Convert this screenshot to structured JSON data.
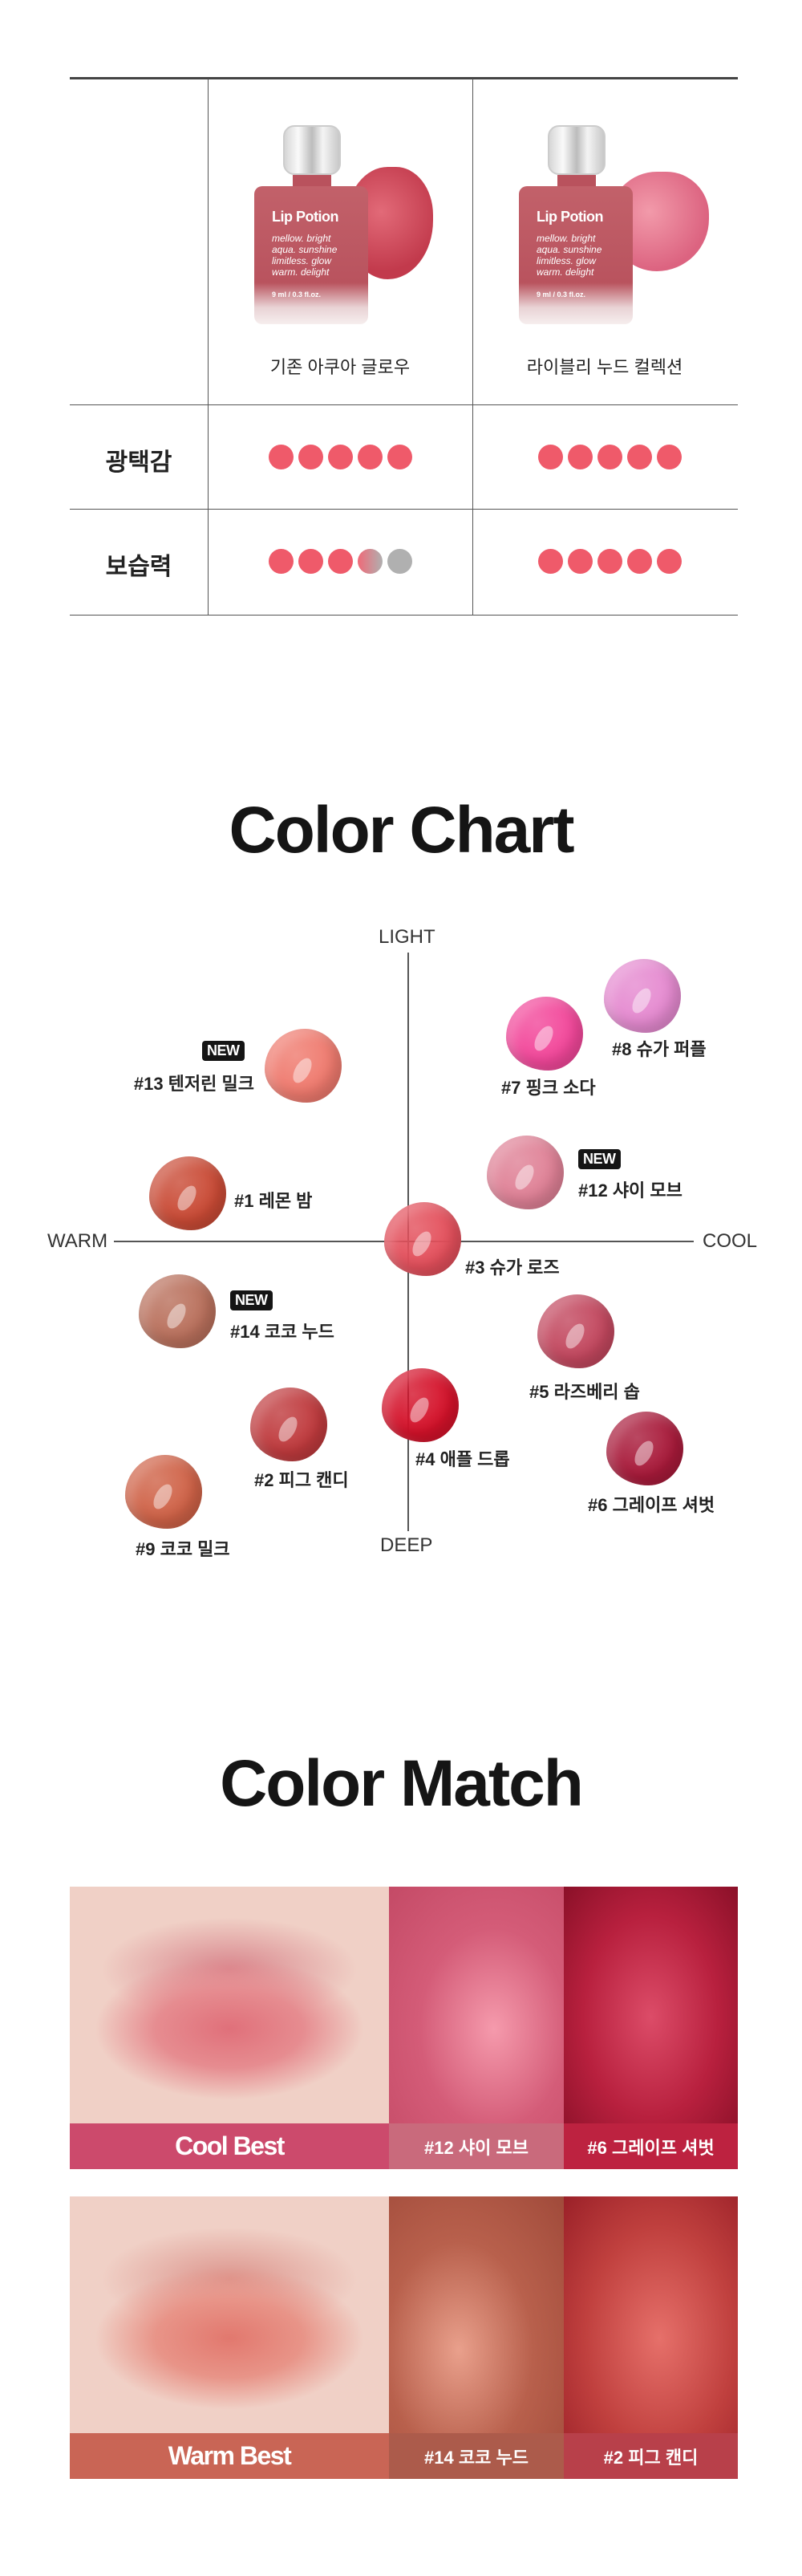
{
  "comparison": {
    "products": [
      {
        "name": "기존 아쿠아 글로우",
        "bottle_brand": "Lip Potion",
        "bottle_tagline": [
          "mellow. bright",
          "aqua. sunshine",
          "limitless. glow",
          "warm. delight"
        ],
        "bottle_volume": "9 ml / 0.3 fl.oz.",
        "color": "#c0505c"
      },
      {
        "name": "라이블리 누드 컬렉션",
        "bottle_brand": "Lip Potion",
        "bottle_tagline": [
          "mellow. bright",
          "aqua. sunshine",
          "limitless. glow",
          "warm. delight"
        ],
        "bottle_volume": "9 ml / 0.3 fl.oz.",
        "color": "#e06b84"
      }
    ],
    "rows": [
      {
        "label": "광택감",
        "ratings": [
          5,
          5
        ]
      },
      {
        "label": "보습력",
        "ratings": [
          3.5,
          5
        ]
      }
    ],
    "max_rating": 5
  },
  "color_chart": {
    "title": "Color Chart",
    "axes": {
      "top": "LIGHT",
      "bottom": "DEEP",
      "left": "WARM",
      "right": "COOL"
    },
    "new_badge": "NEW",
    "shades": [
      {
        "label": "#13 텐저린 밀크",
        "color": "#ef7a6e",
        "new": true
      },
      {
        "label": "#8 슈가 퍼플",
        "color": "#e58ad0",
        "new": false
      },
      {
        "label": "#7 핑크 소다",
        "color": "#f2479a",
        "new": false
      },
      {
        "label": "#12 샤이 모브",
        "color": "#df8196",
        "new": true
      },
      {
        "label": "#1 레몬 밤",
        "color": "#c94a35",
        "new": false
      },
      {
        "label": "#3 슈가 로즈",
        "color": "#e34f5b",
        "new": false
      },
      {
        "label": "#14 코코 누드",
        "color": "#b9705c",
        "new": true
      },
      {
        "label": "#5 라즈베리 솝",
        "color": "#c2475e",
        "new": false
      },
      {
        "label": "#4 애플 드롭",
        "color": "#d4122a",
        "new": false
      },
      {
        "label": "#2 피그 캔디",
        "color": "#bf3a3d",
        "new": false
      },
      {
        "label": "#6 그레이프 셔벗",
        "color": "#a81a3a",
        "new": false
      },
      {
        "label": "#9 코코 밀크",
        "color": "#cf6247",
        "new": false
      }
    ]
  },
  "color_match": {
    "title": "Color Match",
    "groups": [
      {
        "label": "Cool Best",
        "bar_color": "#cc4a6c",
        "lip_color": "#e07a82",
        "shades": [
          {
            "label": "#12 샤이 모브",
            "bar_color": "#c96a7c",
            "swatch_color": "#db6a84"
          },
          {
            "label": "#6 그레이프 셔벗",
            "bar_color": "#bd2240",
            "swatch_color": "#b8203e"
          }
        ]
      },
      {
        "label": "Warm Best",
        "bar_color": "#c96555",
        "lip_color": "#e08478",
        "shades": [
          {
            "label": "#14 코코 누드",
            "bar_color": "#ac5b4b",
            "swatch_color": "#b2604d"
          },
          {
            "label": "#2 피그 캔디",
            "bar_color": "#b8404a",
            "swatch_color": "#c0403e"
          }
        ]
      }
    ]
  }
}
